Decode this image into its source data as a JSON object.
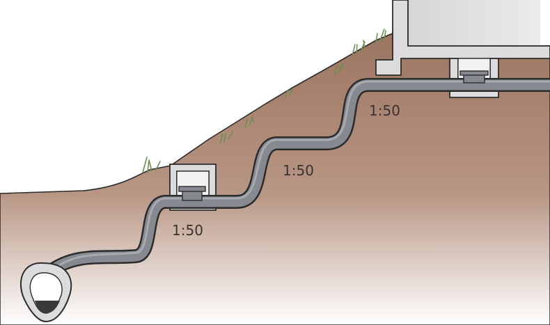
{
  "labels": {
    "slope_lower": "1:50",
    "slope_middle": "1:50",
    "slope_upper": "1:50"
  },
  "colors": {
    "soil_top": "#9c7561",
    "soil_mid": "#b89684",
    "soil_bottom": "#ffffff",
    "pipe": "#868a90",
    "pipe_outline": "#2b2b2b",
    "concrete": "#dcdcdc",
    "building_wall": "#e2e2e2",
    "grass": "#6e8f4e",
    "sewer_water": "#3c3a38"
  }
}
